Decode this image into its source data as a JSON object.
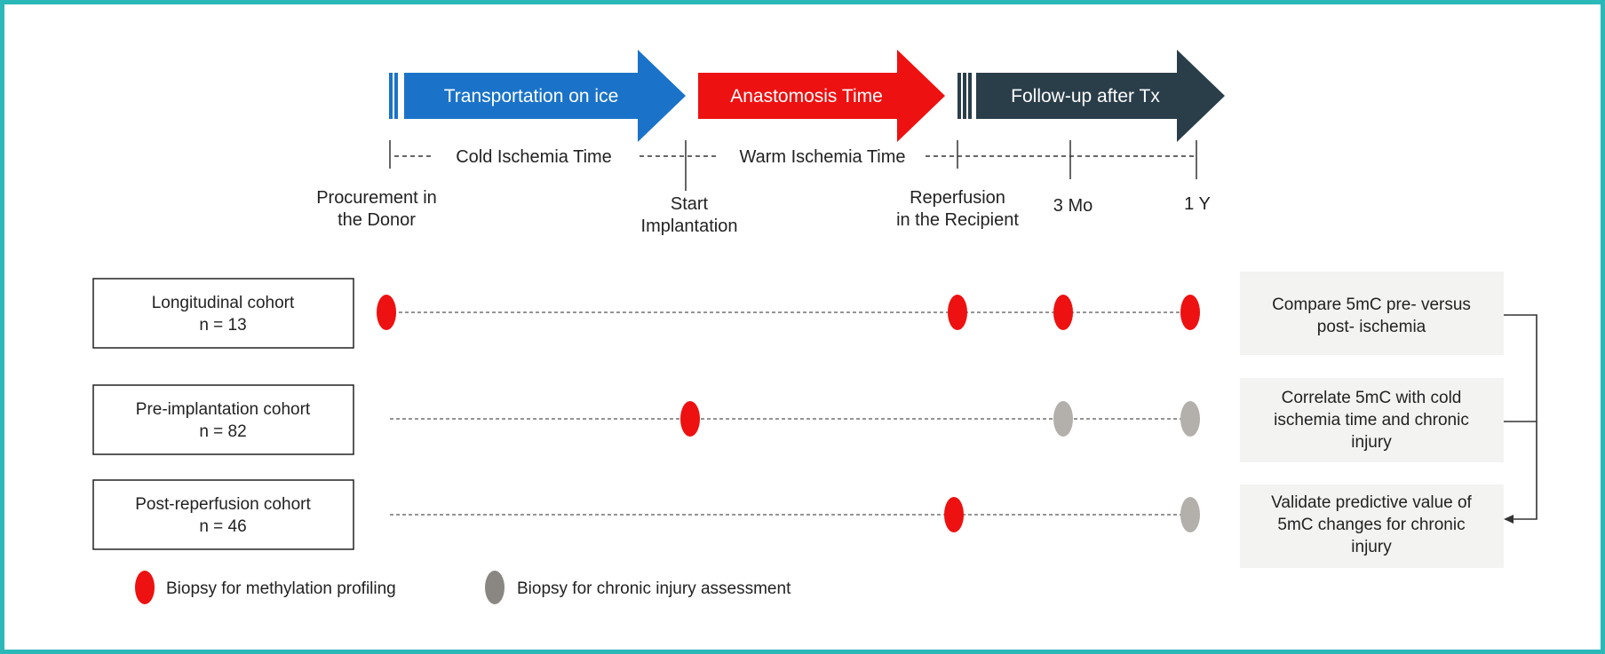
{
  "arrows": [
    {
      "label": "Transportation on ice",
      "color": "#1a73c8"
    },
    {
      "label": "Anastomosis Time",
      "color": "#ee1111"
    },
    {
      "label": "Follow-up after Tx",
      "color": "#2a3e4a"
    }
  ],
  "ischemia": {
    "cold_label": "Cold Ischemia Time",
    "warm_label": "Warm Ischemia Time"
  },
  "timepoints": {
    "procurement": [
      "Procurement in",
      "the Donor"
    ],
    "implantation": [
      "Start",
      "Implantation"
    ],
    "reperfusion": [
      "Reperfusion",
      "in the Recipient"
    ],
    "three_months": "3 Mo",
    "one_year": "1 Y"
  },
  "cohorts": [
    {
      "name": "Longitudinal cohort",
      "n": "n = 13"
    },
    {
      "name": "Pre-implantation cohort",
      "n": "n = 82"
    },
    {
      "name": "Post-reperfusion cohort",
      "n": "n = 46"
    }
  ],
  "aims": [
    [
      "Compare 5mC pre- versus",
      "post- ischemia"
    ],
    [
      "Correlate 5mC with cold",
      "ischemia time and chronic",
      "injury"
    ],
    [
      "Validate predictive value of",
      "5mC changes for chronic",
      "injury"
    ]
  ],
  "legend": {
    "red_label": "Biopsy for methylation profiling",
    "gray_label": "Biopsy for chronic injury assessment"
  },
  "colors": {
    "biopsy_red": "#ee1111",
    "biopsy_gray": "#b3b0ab",
    "legend_gray": "#8a8783",
    "aim_box": "#f3f3f1",
    "border": "#2bb8b8"
  }
}
